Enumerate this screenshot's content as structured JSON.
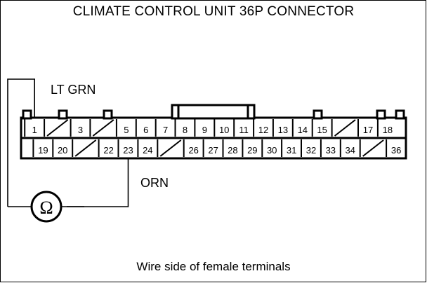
{
  "title": "CLIMATE CONTROL UNIT 36P CONNECTOR",
  "caption": "Wire side of female terminals",
  "labels": {
    "wire_top": "LT GRN",
    "wire_bottom": "ORN"
  },
  "meter": {
    "symbol": "Ω",
    "name": "ohmmeter"
  },
  "colors": {
    "line": "#000000",
    "background": "#ffffff"
  },
  "connector": {
    "pin_count": 36,
    "top_row": [
      {
        "label": "1",
        "blank": false
      },
      {
        "label": "",
        "blank": true
      },
      {
        "label": "3",
        "blank": false
      },
      {
        "label": "",
        "blank": true
      },
      {
        "label": "5",
        "blank": false
      },
      {
        "label": "6",
        "blank": false
      },
      {
        "label": "7",
        "blank": false
      },
      {
        "label": "8",
        "blank": false
      },
      {
        "label": "9",
        "blank": false
      },
      {
        "label": "10",
        "blank": false
      },
      {
        "label": "11",
        "blank": false
      },
      {
        "label": "12",
        "blank": false
      },
      {
        "label": "13",
        "blank": false
      },
      {
        "label": "14",
        "blank": false
      },
      {
        "label": "15",
        "blank": false
      },
      {
        "label": "",
        "blank": true
      },
      {
        "label": "17",
        "blank": false
      },
      {
        "label": "18",
        "blank": false
      }
    ],
    "bottom_row": [
      {
        "label": "19",
        "blank": false
      },
      {
        "label": "20",
        "blank": false
      },
      {
        "label": "",
        "blank": true
      },
      {
        "label": "22",
        "blank": false
      },
      {
        "label": "23",
        "blank": false
      },
      {
        "label": "24",
        "blank": false
      },
      {
        "label": "",
        "blank": true
      },
      {
        "label": "26",
        "blank": false
      },
      {
        "label": "27",
        "blank": false
      },
      {
        "label": "28",
        "blank": false
      },
      {
        "label": "29",
        "blank": false
      },
      {
        "label": "30",
        "blank": false
      },
      {
        "label": "31",
        "blank": false
      },
      {
        "label": "32",
        "blank": false
      },
      {
        "label": "33",
        "blank": false
      },
      {
        "label": "34",
        "blank": false
      },
      {
        "label": "",
        "blank": true
      },
      {
        "label": "36",
        "blank": false
      }
    ],
    "probed_terminals": [
      "1",
      "23"
    ]
  }
}
